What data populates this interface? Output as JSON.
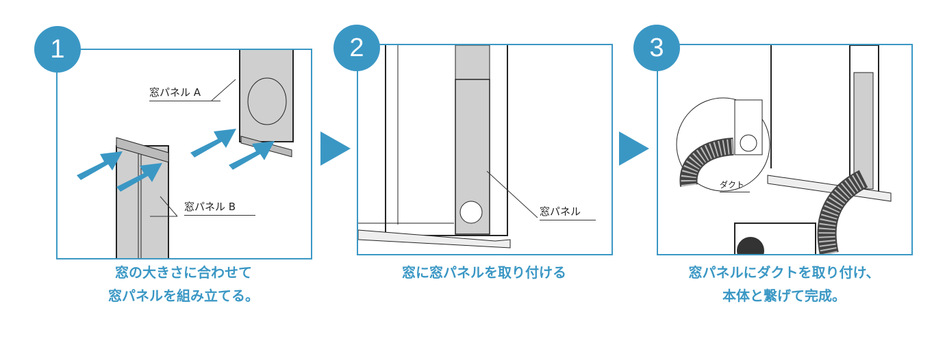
{
  "steps": [
    {
      "number": "1",
      "caption_line1": "窓の大きさに合わせて",
      "caption_line2": "窓パネルを組み立てる。",
      "labels": [
        "窓パネル A",
        "窓パネル B"
      ]
    },
    {
      "number": "2",
      "caption_line1": "窓に窓パネルを取り付ける",
      "labels": [
        "窓パネル"
      ]
    },
    {
      "number": "3",
      "caption_line1": "窓パネルにダクトを取り付け、",
      "caption_line2": "本体と繋げて完成。",
      "labels": [
        "ダクト"
      ]
    }
  ],
  "colors": {
    "accent": "#3a97c4",
    "panel": "#cfcfcf"
  }
}
